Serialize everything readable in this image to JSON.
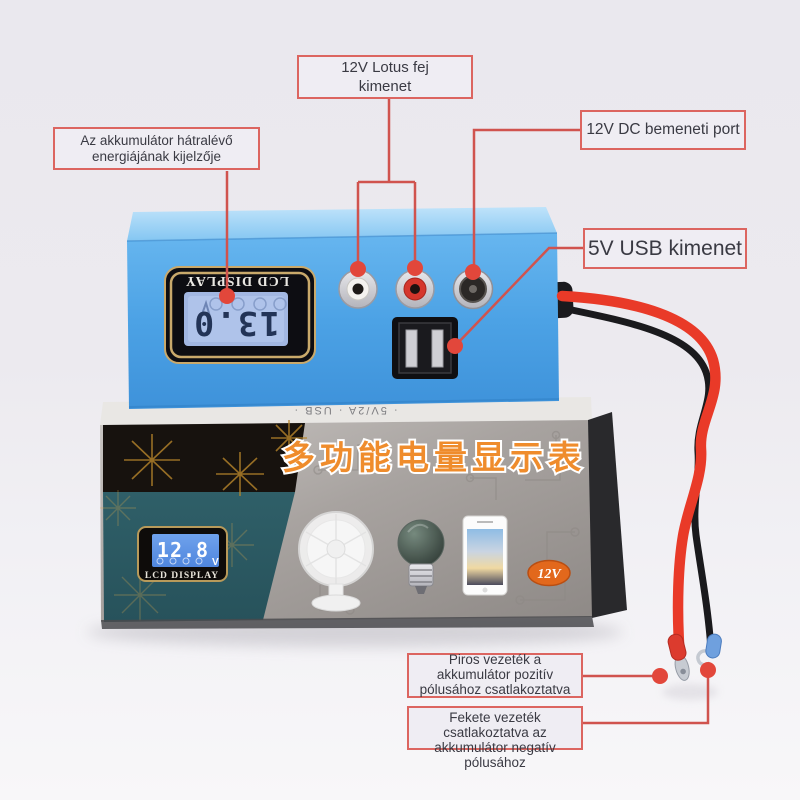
{
  "annotations": {
    "battery_display_label": "Az akkumulátor hátralévő\nenergiájának kijelzője",
    "lotus_output_label": "12V Lotus fej\nkimenet",
    "dc_input_label": "12V DC bemeneti port",
    "usb_output_label": "5V USB kimenet",
    "red_wire_label": "Piros vezeték a\nakkumulátor pozitív\npólusához csatlakoztatva",
    "black_wire_label": "Fekete vezeték\ncsatlakoztatva az\nakkumulátor negatív\npólusához"
  },
  "device": {
    "lcd_brand": "LCD DISPLAY",
    "lcd_reading": "13.0"
  },
  "packaging": {
    "title": "多功能电量显示表",
    "top_edge_text": "· 5V/2A · USB ·",
    "lcd_graphic_reading": "12.8",
    "lcd_graphic_unit": "V",
    "lcd_graphic_brand": "LCD DISPLAY",
    "voltage_badge": "12V"
  },
  "colors": {
    "annotation_red": "#DC6560",
    "callout_dot": "#E2473B",
    "device_blue": "#4FA5E6",
    "wire_red": "#E93A28",
    "wire_black": "#1A1A1D",
    "title_orange": "#EF8C2C",
    "badge_orange": "#E2681C"
  }
}
